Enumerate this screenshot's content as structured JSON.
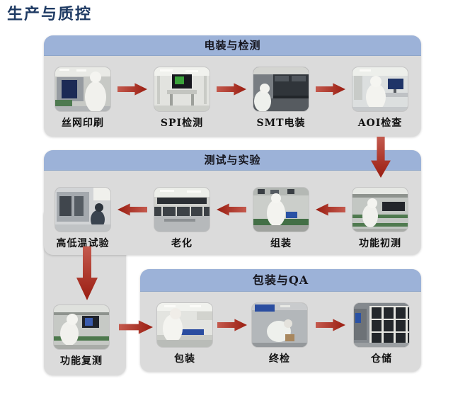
{
  "title": "生产与质控",
  "colors": {
    "title_navy": "#1e3a63",
    "section_header_blue": "#9cb2d8",
    "section_body_gray": "#dbdbdb",
    "arrow_red": "#9a1d11",
    "label_black": "#111111"
  },
  "sections": [
    {
      "title": "电装与检测",
      "flow": "left-to-right",
      "steps": [
        {
          "label": "丝网印刷",
          "photo": "screen-printing-photo"
        },
        {
          "label": "SPI检测",
          "photo": "spi-inspection-photo"
        },
        {
          "label": "SMT电装",
          "photo": "smt-assembly-photo"
        },
        {
          "label": "AOI检查",
          "photo": "aoi-inspection-photo"
        }
      ]
    },
    {
      "title": "测试与实验",
      "flow": "right-to-left",
      "steps": [
        {
          "label": "高低温试验",
          "photo": "thermal-test-photo"
        },
        {
          "label": "老化",
          "photo": "burn-in-photo"
        },
        {
          "label": "组装",
          "photo": "assembly-photo"
        },
        {
          "label": "功能初测",
          "photo": "initial-function-test-photo"
        }
      ]
    },
    {
      "title": "包装与QA",
      "flow": "left-to-right",
      "steps": [
        {
          "label": "包装",
          "photo": "packing-photo"
        },
        {
          "label": "终检",
          "photo": "final-inspection-photo"
        },
        {
          "label": "仓储",
          "photo": "warehouse-photo"
        }
      ]
    }
  ],
  "standalone_step": {
    "label": "功能复测",
    "photo": "function-retest-photo"
  },
  "connectors": {
    "aoi_to_initial_test": "down-arrow",
    "thermal_to_retest": "down-arrow",
    "retest_to_packing": "right-arrow"
  }
}
